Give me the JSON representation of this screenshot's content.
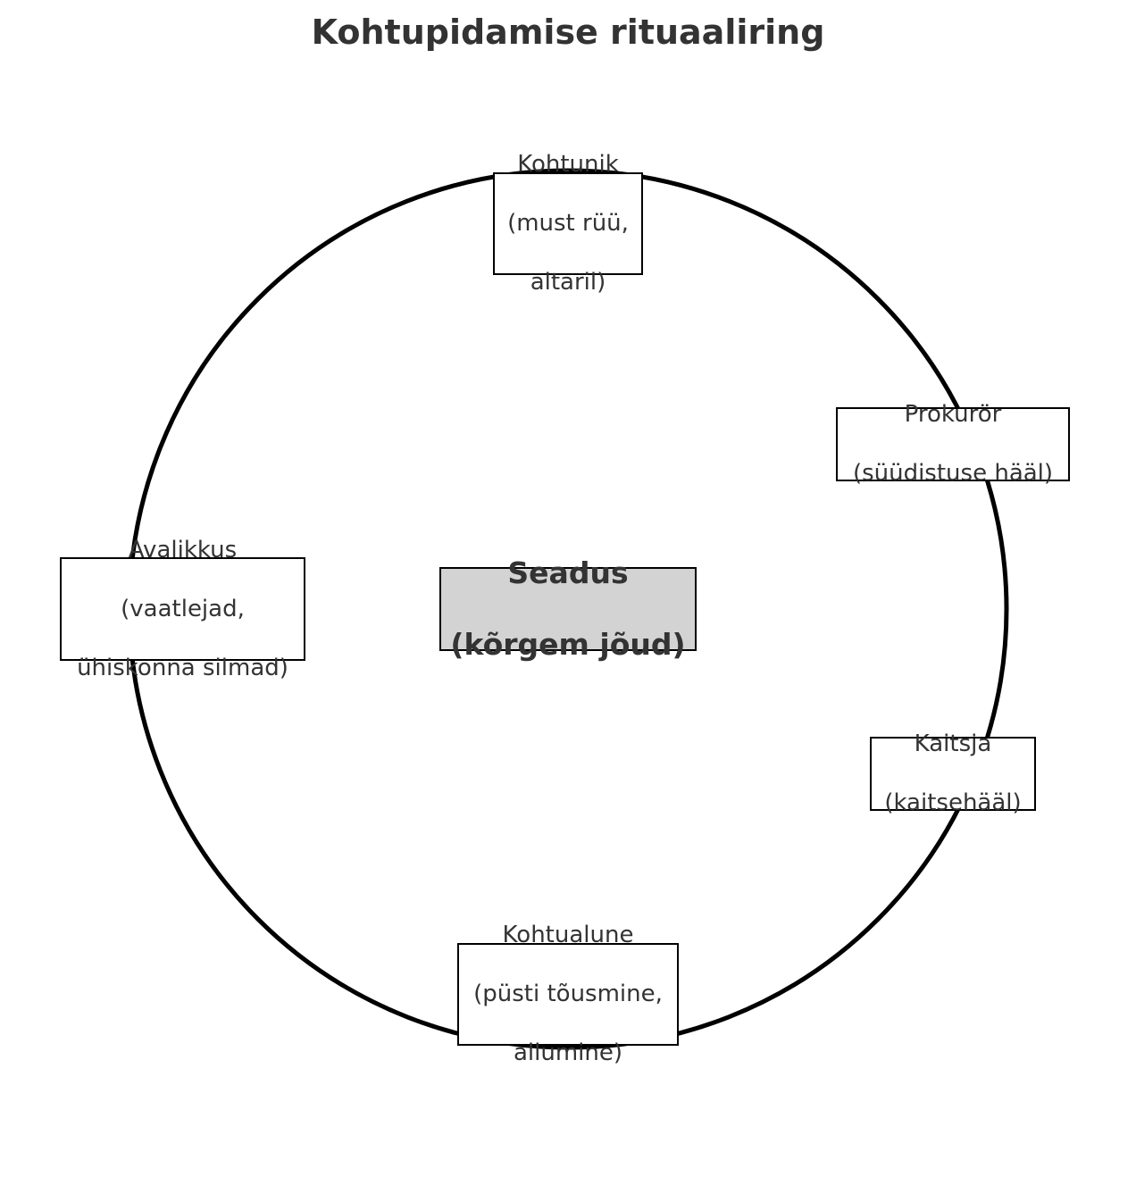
{
  "title": "Kohtupidamise rituaaliring",
  "center": {
    "line1": "Seadus",
    "line2": "(kõrgem jõud)"
  },
  "nodes": {
    "judge": {
      "line1": "Kohtunik",
      "line2": "(must rüü,",
      "line3": "altaril)"
    },
    "prosecutor": {
      "line1": "Prokurör",
      "line2": "(süüdistuse hääl)"
    },
    "defender": {
      "line1": "Kaitsja",
      "line2": "(kaitsehääl)"
    },
    "defendant": {
      "line1": "Kohtualune",
      "line2": "(püsti tõusmine,",
      "line3": "allumine)"
    },
    "public": {
      "line1": "Avalikkus",
      "line2": "(vaatlejad,",
      "line3": "ühiskonna silmad)"
    }
  },
  "colors": {
    "ring": "#000000",
    "text": "#333333",
    "center_fill": "#d3d3d3",
    "node_fill": "#ffffff"
  }
}
